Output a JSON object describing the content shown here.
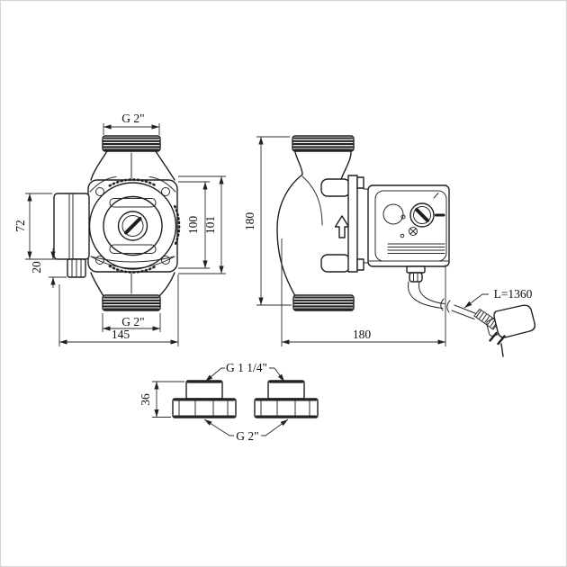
{
  "colors": {
    "line": "#1e1e1e",
    "background": "#ffffff",
    "frame": "#d4d4d4"
  },
  "front_view": {
    "top_port_thread": "G 2\"",
    "bottom_port_thread": "G 2\"",
    "terminal_box_height": "72",
    "cable_gland_height": "20",
    "body_height_inner": "100",
    "body_height_outer": "101",
    "overall_width": "145"
  },
  "side_view": {
    "overall_height": "180",
    "overall_length": "180",
    "cable_length": "L=1360"
  },
  "fittings": {
    "inner_thread": "G 1 1/4\"",
    "union_nut_thread": "G 2\"",
    "height": "36"
  }
}
